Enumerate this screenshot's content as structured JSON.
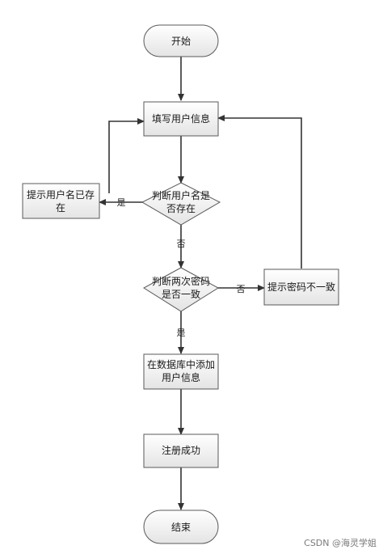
{
  "diagram": {
    "nodes": {
      "start": "开始",
      "fill_info": "填写用户信息",
      "check_name_line1": "判断用户名是",
      "check_name_line2": "否存在",
      "name_exists_line1": "提示用户名已存",
      "name_exists_line2": "在",
      "check_pw_line1": "判断两次密码",
      "check_pw_line2": "是否一致",
      "pw_mismatch": "提示密码不一致",
      "add_db_line1": "在数据库中添加",
      "add_db_line2": "用户信息",
      "register_ok": "注册成功",
      "end": "结束"
    },
    "edge_labels": {
      "name_yes": "是",
      "name_no": "否",
      "pw_no": "否",
      "pw_yes": "是"
    }
  },
  "watermark": "CSDN @海灵学姐",
  "colors": {
    "box_fill_top": "#ffffff",
    "box_fill_bottom": "#e6e6e6",
    "stroke": "#595959",
    "line": "#333333"
  }
}
